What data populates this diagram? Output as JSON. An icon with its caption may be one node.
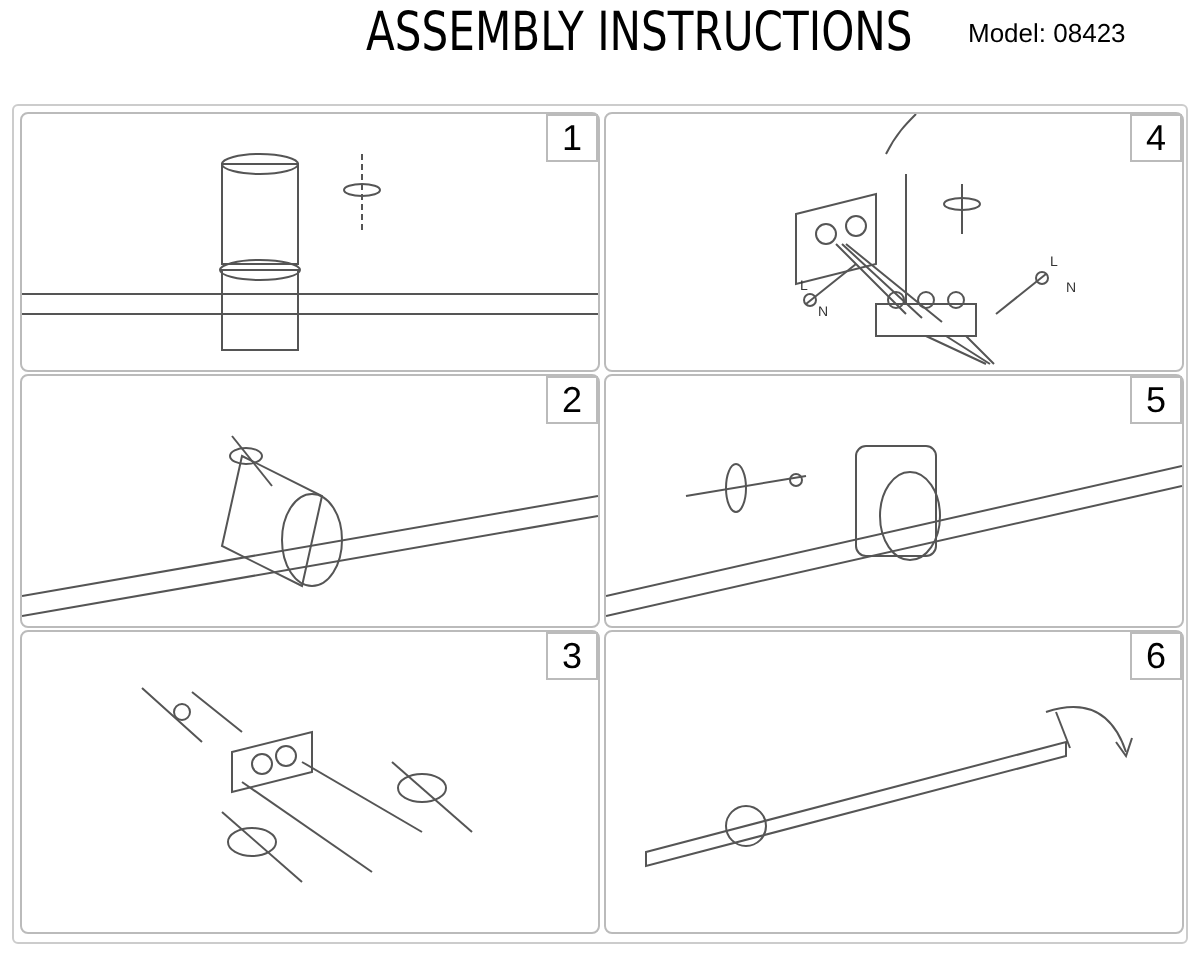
{
  "diagram": {
    "title": "ASSEMBLY INSTRUCTIONS",
    "nodes": [
      {
        "text": [
          "1"
        ]
      },
      {
        "text": [
          "4"
        ]
      },
      {
        "text": [
          "2"
        ]
      },
      {
        "text": [
          "5"
        ]
      },
      {
        "text": [
          "3"
        ]
      },
      {
        "text": [
          "6"
        ]
      }
    ],
    "labels": [
      "Model: 08423",
      "L",
      "N",
      "L",
      "N"
    ]
  }
}
